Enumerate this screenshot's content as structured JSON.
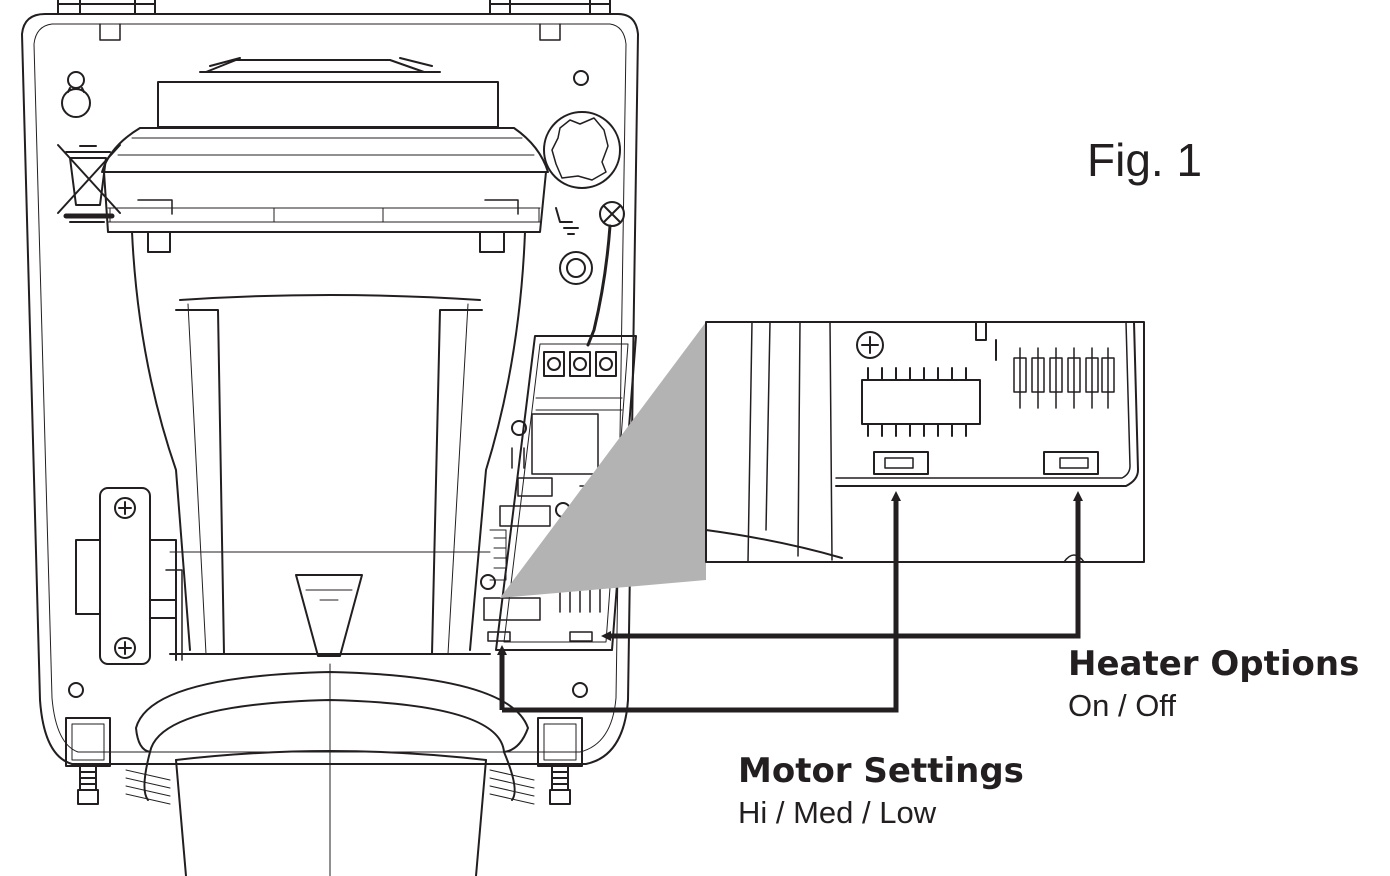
{
  "figure": {
    "label": "Fig. 1"
  },
  "callouts": {
    "heater": {
      "title": "Heater Options",
      "options": "On / Off"
    },
    "motor": {
      "title": "Motor Settings",
      "options": "Hi / Med / Low"
    }
  },
  "colors": {
    "ink": "#231f20",
    "zoom_cone": "#b3b3b3",
    "background": "#ffffff"
  },
  "icons": [
    "keyhole-slot-icon",
    "weee-crossed-bin-icon",
    "ground-earth-icon",
    "phillips-screw-icon"
  ]
}
